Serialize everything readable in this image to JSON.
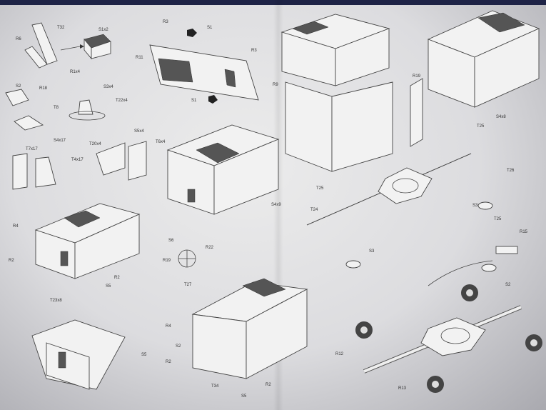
{
  "labels": {
    "t32": "T32",
    "r6": "R6",
    "s1x2": "S1x2",
    "r3a": "R3",
    "s1a": "S1",
    "r11": "R11",
    "r3b": "R3",
    "s1b": "S1",
    "r9": "R9",
    "r1x4": "R1x4",
    "s2a": "S2",
    "r18": "R18",
    "t8": "T8",
    "s3x4": "S3x4",
    "t22x4": "T22x4",
    "s4x17": "S4x17",
    "t7x17": "T7x17",
    "t4x17": "T4x17",
    "t20x4": "T20x4",
    "s5x4": "S5x4",
    "t6x4": "T6x4",
    "r19": "R19",
    "s4x8": "S4x8",
    "t25a": "T25",
    "t26": "T26",
    "t25b": "T25",
    "t24": "T24",
    "s3a": "S3",
    "s3b": "S3",
    "t25c": "T25",
    "r15": "R15",
    "s2b": "S2",
    "s4x9": "S4x9",
    "r4a": "R4",
    "r2a": "R2",
    "r2b": "R2",
    "s5a": "S5",
    "s6": "S6",
    "r19b": "R19",
    "r22": "R22",
    "t27": "T27",
    "t23x8": "T23x8",
    "r4b": "R4",
    "s2c": "S2",
    "r2c": "R2",
    "s5b": "S5",
    "t34": "T34",
    "s5c": "S5",
    "r2d": "R2",
    "r12": "R12",
    "r13": "R13"
  }
}
